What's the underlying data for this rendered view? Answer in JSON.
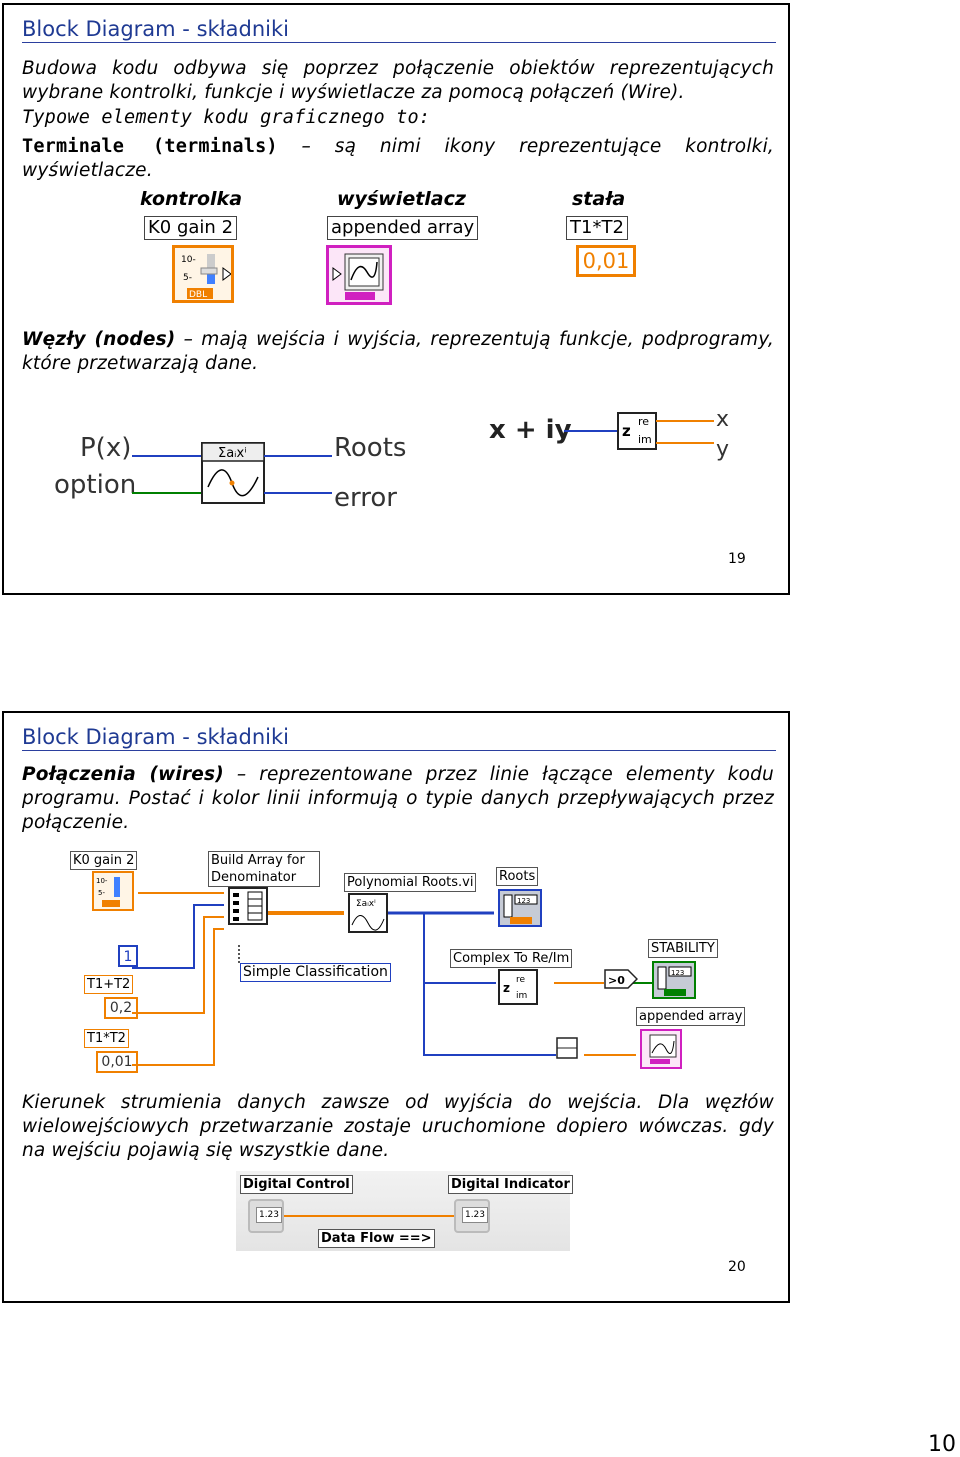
{
  "slide1": {
    "title": "Block Diagram - składniki",
    "para1": "Budowa kodu odbywa się poprzez połączenie obiektów reprezentujących wybrane kontrolki, funkcje i wyświetlacze za pomocą połączeń (Wire).",
    "para2_line": "Typowe elementy kodu graficznego to:",
    "terminals_term": "Terminale (terminals)",
    "terminals_desc": " – są nimi ikony reprezentujące kontrolki, wyświetlacze.",
    "label_control": "kontrolka",
    "label_indicator": "wyświetlacz",
    "label_constant": "stała",
    "ctl_name": "K0 gain 2",
    "ctl_dtype": "DBL",
    "ind_name": "appended array",
    "const_name": "T1*T2",
    "const_value": "0,01",
    "nodes_term": "Węzły (nodes)",
    "nodes_desc": " – mają wejścia i wyjścia, reprezentują funkcje, podprogramy, które przetwarzają dane.",
    "node1_in1": "P(x)",
    "node1_in2": "option",
    "node1_out1": "Roots",
    "node1_out2": "error",
    "node1_icon": "Σaᵢxⁱ",
    "node2_in": "x + iy",
    "node2_out1": "x",
    "node2_out2": "y",
    "page": "19"
  },
  "slide2": {
    "title": "Block Diagram - składniki",
    "wires_term": "Połączenia (wires)",
    "wires_desc": " – reprezentowane przez linie łączące elementy kodu programu. Postać i kolor linii informują o typie danych przepływających przez połączenie.",
    "d_k0": "K0 gain 2",
    "d_build": "Build Array for Denominator",
    "d_poly": "Polynomial Roots.vi",
    "d_roots": "Roots",
    "d_simple": "Simple Classification",
    "d_complex": "Complex To Re/Im",
    "d_stability": "STABILITY",
    "d_one": "1",
    "d_t1pt2": "T1+T2",
    "d_t1pt2_val": "0,2",
    "d_t1xt2": "T1*T2",
    "d_t1xt2_val": "0,01",
    "d_appended": "appended array",
    "flow_text": "Kierunek strumienia danych zawsze od wyjścia do wejścia. Dla węzłów wielowejściowych przetwarzanie zostaje uruchomione dopiero wówczas. gdy na wejściu pojawią się wszystkie dane.",
    "flow_control": "Digital Control",
    "flow_indicator": "Digital Indicator",
    "flow_arrow": "Data Flow ==>",
    "flow_num": "1.23",
    "page": "20"
  },
  "page_number": "10",
  "colors": {
    "title_blue": "#1f3a93",
    "orange": "#f08000",
    "pink": "#d020c0",
    "blue_wire": "#2040c0",
    "green_wire": "#008000"
  }
}
